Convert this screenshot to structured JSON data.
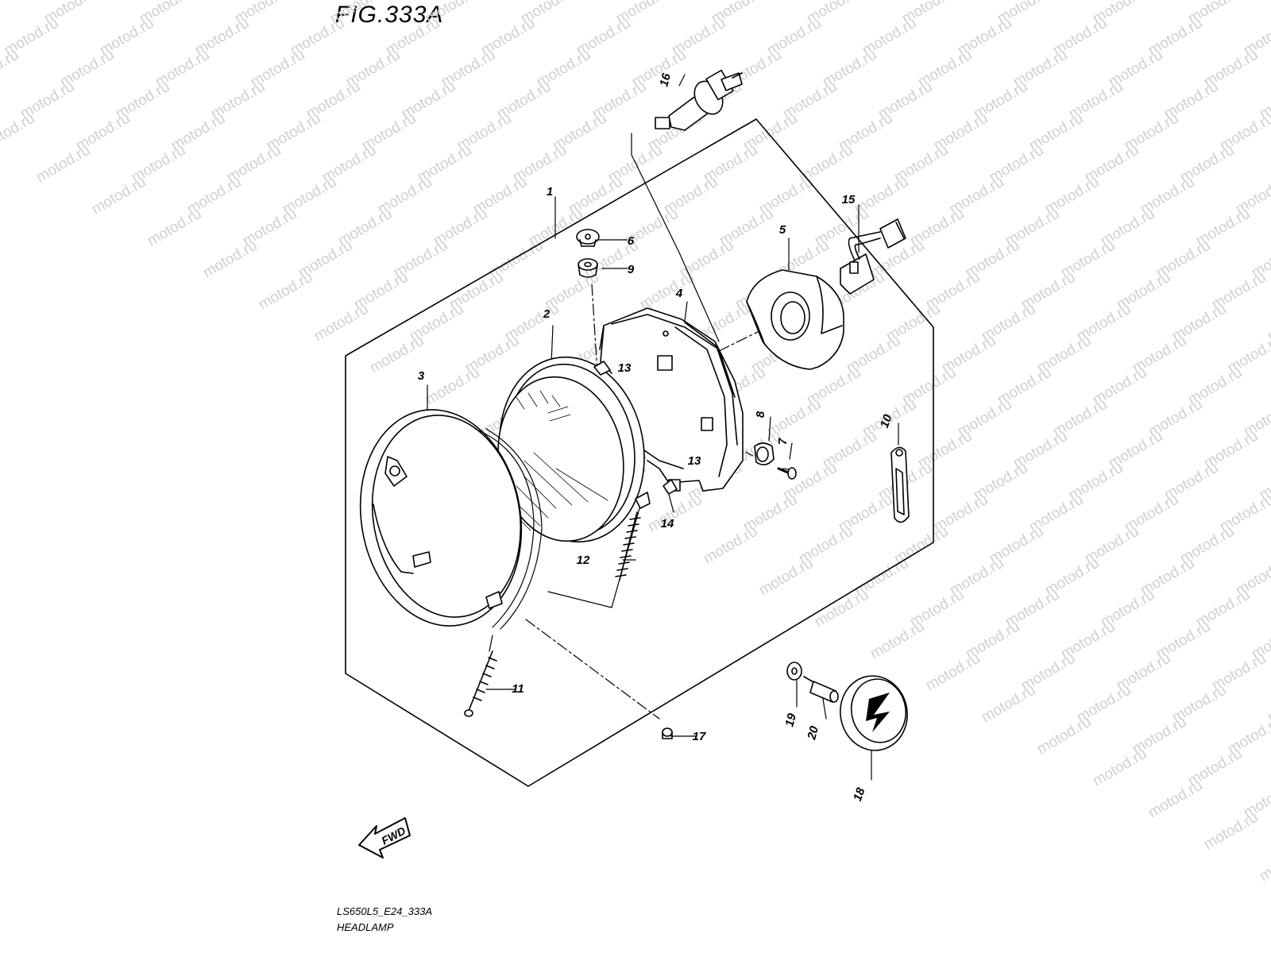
{
  "figure": {
    "title": "FIG.333A",
    "model_code": "LS650L5_E24_333A",
    "name": "HEADLAMP",
    "watermark": "motod.ru",
    "fwd_label": "FWD"
  },
  "callouts": [
    {
      "id": "c1",
      "text": "1"
    },
    {
      "id": "c2",
      "text": "2"
    },
    {
      "id": "c3",
      "text": "3"
    },
    {
      "id": "c4",
      "text": "4"
    },
    {
      "id": "c5",
      "text": "5"
    },
    {
      "id": "c6",
      "text": "6"
    },
    {
      "id": "c7",
      "text": "7"
    },
    {
      "id": "c8",
      "text": "8"
    },
    {
      "id": "c9",
      "text": "9"
    },
    {
      "id": "c10",
      "text": "10"
    },
    {
      "id": "c11",
      "text": "11"
    },
    {
      "id": "c12",
      "text": "12"
    },
    {
      "id": "c13a",
      "text": "13"
    },
    {
      "id": "c13b",
      "text": "13"
    },
    {
      "id": "c14",
      "text": "14"
    },
    {
      "id": "c15",
      "text": "15"
    },
    {
      "id": "c16",
      "text": "16"
    },
    {
      "id": "c17",
      "text": "17"
    },
    {
      "id": "c18",
      "text": "18"
    },
    {
      "id": "c19",
      "text": "19"
    },
    {
      "id": "c20",
      "text": "20"
    }
  ],
  "colors": {
    "ink": "#000000",
    "paper": "#ffffff",
    "watermark": "#d0d0d0"
  }
}
